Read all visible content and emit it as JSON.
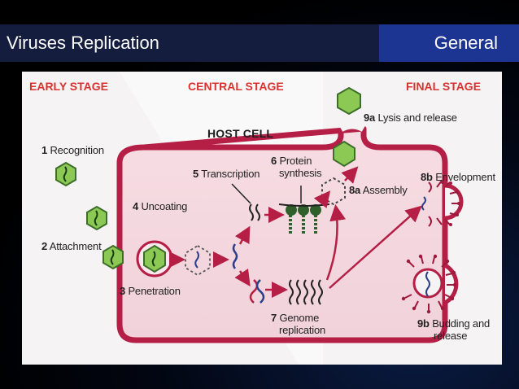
{
  "header": {
    "title": "Viruses Replication",
    "section": "General"
  },
  "stages": {
    "early": "EARLY STAGE",
    "central": "CENTRAL STAGE",
    "final": "FINAL STAGE"
  },
  "diagram": {
    "host_cell": "HOST CELL"
  },
  "steps": [
    {
      "num": "1",
      "text": "Recognition"
    },
    {
      "num": "2",
      "text": "Attachment"
    },
    {
      "num": "3",
      "text": "Penetration"
    },
    {
      "num": "4",
      "text": "Uncoating"
    },
    {
      "num": "5",
      "text": "Transcription"
    },
    {
      "num": "6",
      "text": "Protein",
      "text2": "synthesis"
    },
    {
      "num": "7",
      "text": "Genome",
      "text2": "replication"
    },
    {
      "num": "8a",
      "text": "Assembly"
    },
    {
      "num": "8b",
      "text": "Envelopment"
    },
    {
      "num": "9a",
      "text": "Lysis and release"
    },
    {
      "num": "9b",
      "text": "Budding and",
      "text2": "release"
    }
  ],
  "colors": {
    "stage_text": "#d9322f",
    "membrane": "#b51e45",
    "capsid": "#7cc24a",
    "title_left": "#151d3f",
    "title_right": "#1d3592"
  }
}
